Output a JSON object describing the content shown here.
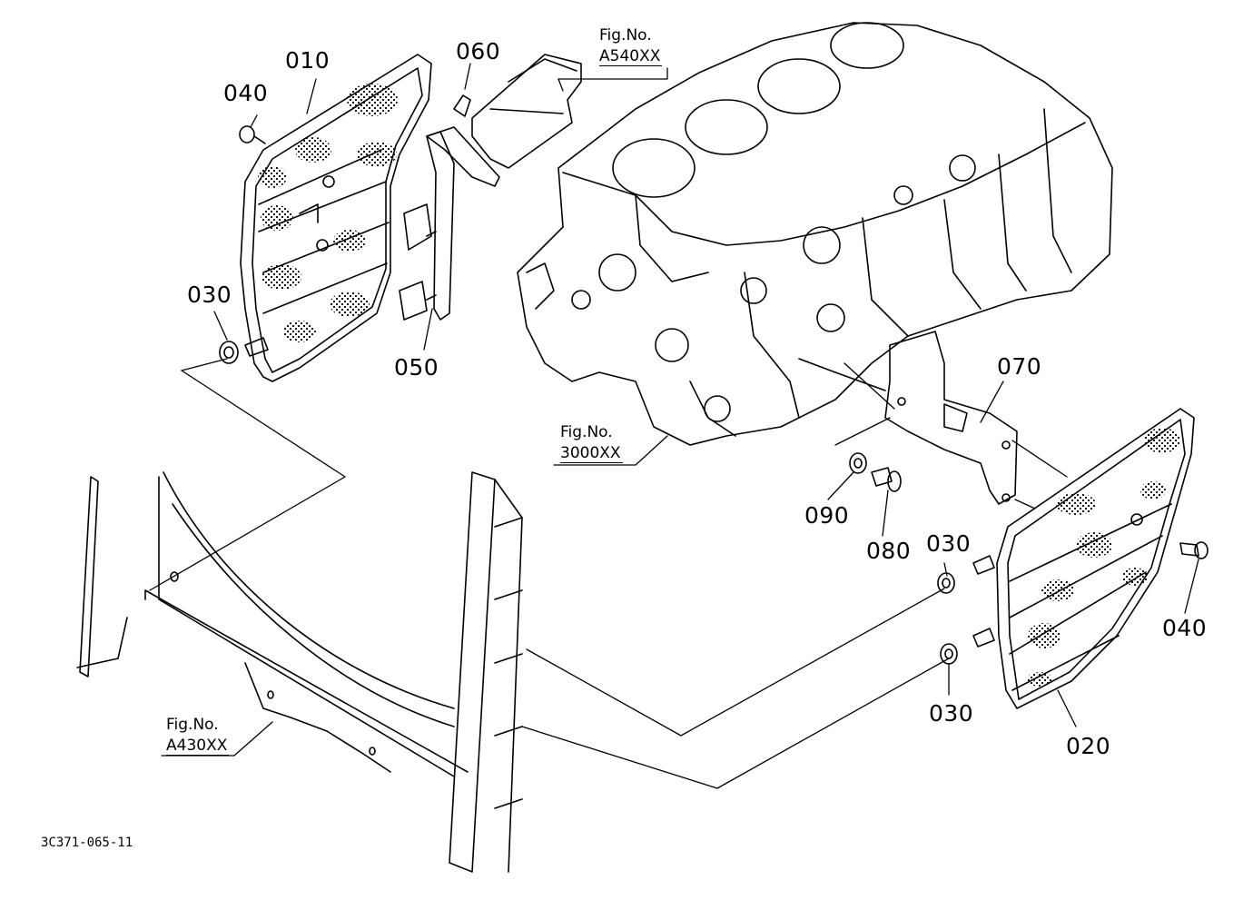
{
  "callouts": {
    "p010": "010",
    "p040_left": "040",
    "p060": "060",
    "p030_left": "030",
    "p050": "050",
    "p070": "070",
    "p090": "090",
    "p080": "080",
    "p030_right_top": "030",
    "p040_right": "040",
    "p030_right_bottom": "030",
    "p020": "020"
  },
  "figure_refs": {
    "a540": {
      "label": "Fig.No.",
      "code": "A540XX"
    },
    "f3000": {
      "label": "Fig.No.",
      "code": "3000XX"
    },
    "a430": {
      "label": "Fig.No.",
      "code": "A430XX"
    }
  },
  "drawing_id": "3C371-065-11"
}
